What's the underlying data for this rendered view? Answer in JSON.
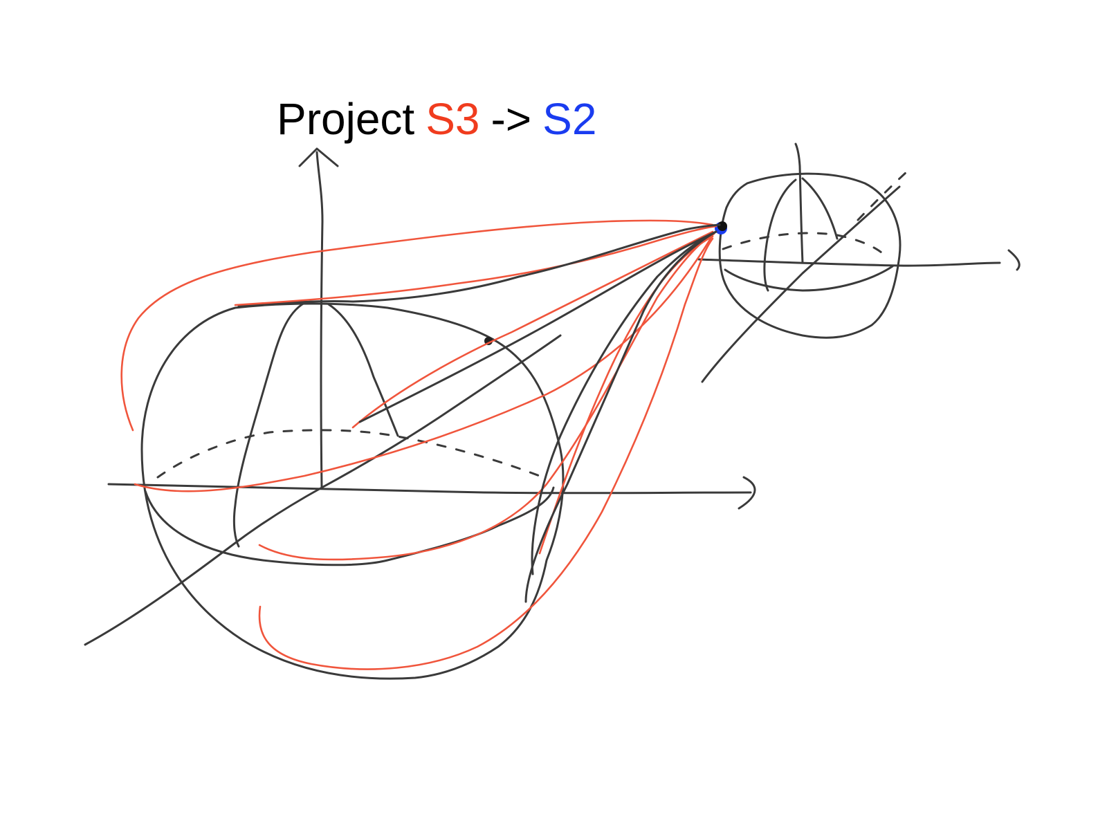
{
  "title": {
    "word": "Project",
    "source": "S3",
    "arrow": "->",
    "target": "S2"
  },
  "colors": {
    "ink": "#3a3a3a",
    "source": "#f03c1e",
    "target": "#1a3cf0",
    "projection_lines": "#f0553c",
    "background": "#ffffff"
  }
}
